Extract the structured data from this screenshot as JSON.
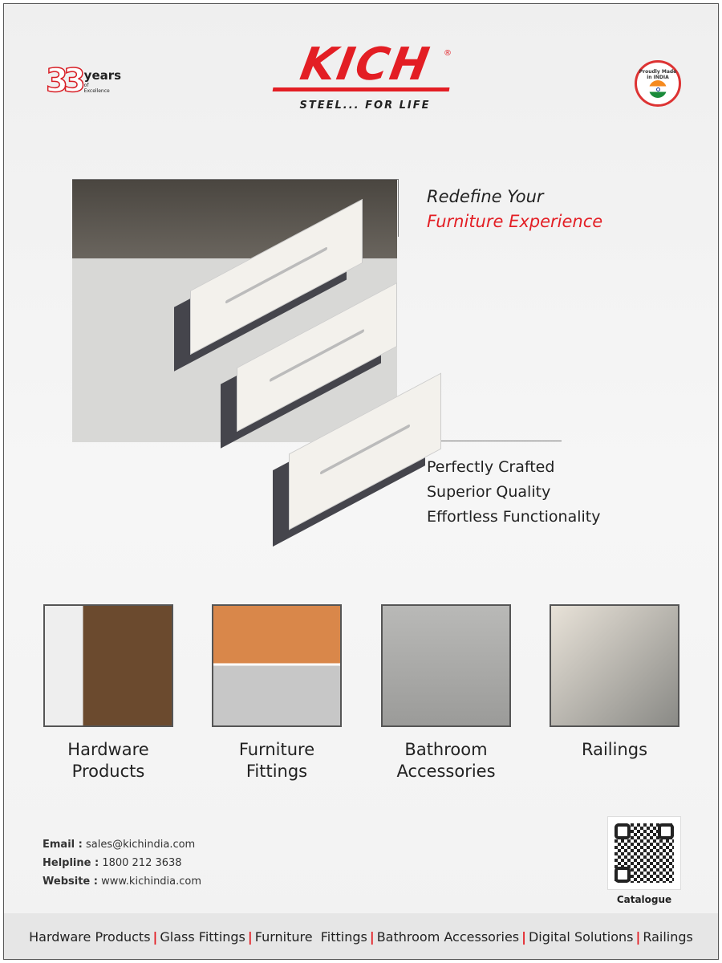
{
  "header": {
    "years_number": "33",
    "years_label": "years",
    "years_of": "of",
    "years_excellence": "Excellence",
    "brand": "KICH",
    "registered": "®",
    "tagline": "STEEL... FOR LIFE",
    "seal_text": "Proudly Made in INDIA"
  },
  "hero": {
    "headline_line1": "Redefine Your",
    "headline_line2": "Furniture Experience",
    "features": [
      "Perfectly Crafted",
      "Superior Quality",
      "Effortless Functionality"
    ]
  },
  "categories": [
    {
      "line1": "Hardware",
      "line2": "Products"
    },
    {
      "line1": "Furniture",
      "line2": "Fittings"
    },
    {
      "line1": "Bathroom",
      "line2": "Accessories"
    },
    {
      "line1": "Railings",
      "line2": ""
    }
  ],
  "contact": {
    "email_label": "Email :",
    "email": "sales@kichindia.com",
    "helpline_label": "Helpline :",
    "helpline": "1800 212 3638",
    "website_label": "Website :",
    "website": "www.kichindia.com"
  },
  "qr": {
    "label": "Catalogue"
  },
  "footer": {
    "items": [
      "Hardware Products",
      "Glass Fittings",
      "Furniture  Fittings",
      "Bathroom Accessories",
      "Digital Solutions",
      "Railings"
    ]
  },
  "colors": {
    "brand_red": "#e31e24"
  }
}
